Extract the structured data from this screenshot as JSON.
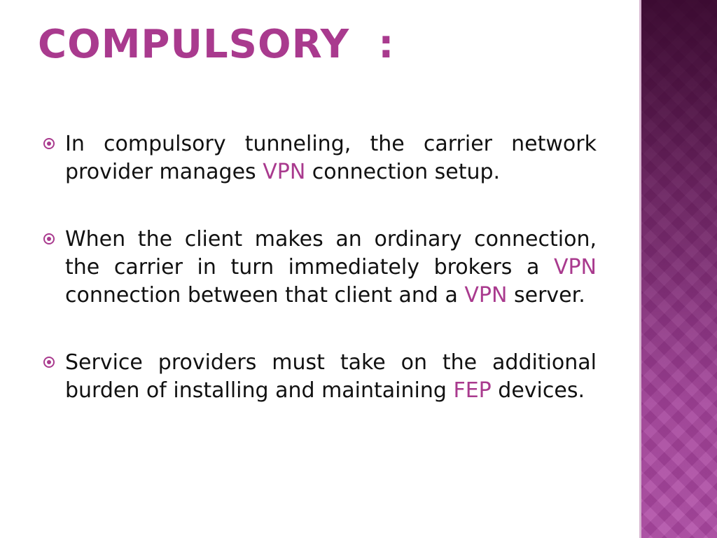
{
  "slide": {
    "title": "COMPULSORY  :",
    "bullets": [
      {
        "segments": [
          {
            "text": "In compulsory tunneling, the carrier network provider manages ",
            "highlight": false
          },
          {
            "text": "VPN",
            "highlight": true
          },
          {
            "text": " connection setup.",
            "highlight": false
          }
        ]
      },
      {
        "segments": [
          {
            "text": "When the client  makes an ordinary connection, the carrier in turn immediately brokers a ",
            "highlight": false
          },
          {
            "text": "VPN",
            "highlight": true
          },
          {
            "text": " connection between that client and a ",
            "highlight": false
          },
          {
            "text": "VPN",
            "highlight": true
          },
          {
            "text": " server.",
            "highlight": false
          }
        ]
      },
      {
        "segments": [
          {
            "text": "Service providers must take on the additional burden of installing and maintaining ",
            "highlight": false
          },
          {
            "text": "FEP",
            "highlight": true
          },
          {
            "text": " devices.",
            "highlight": false
          }
        ]
      }
    ],
    "bullet_icon": "circle-bullet-icon"
  },
  "colors": {
    "accent": "#a93a8e",
    "text": "#111111",
    "side_bar": "#7e2b78"
  }
}
